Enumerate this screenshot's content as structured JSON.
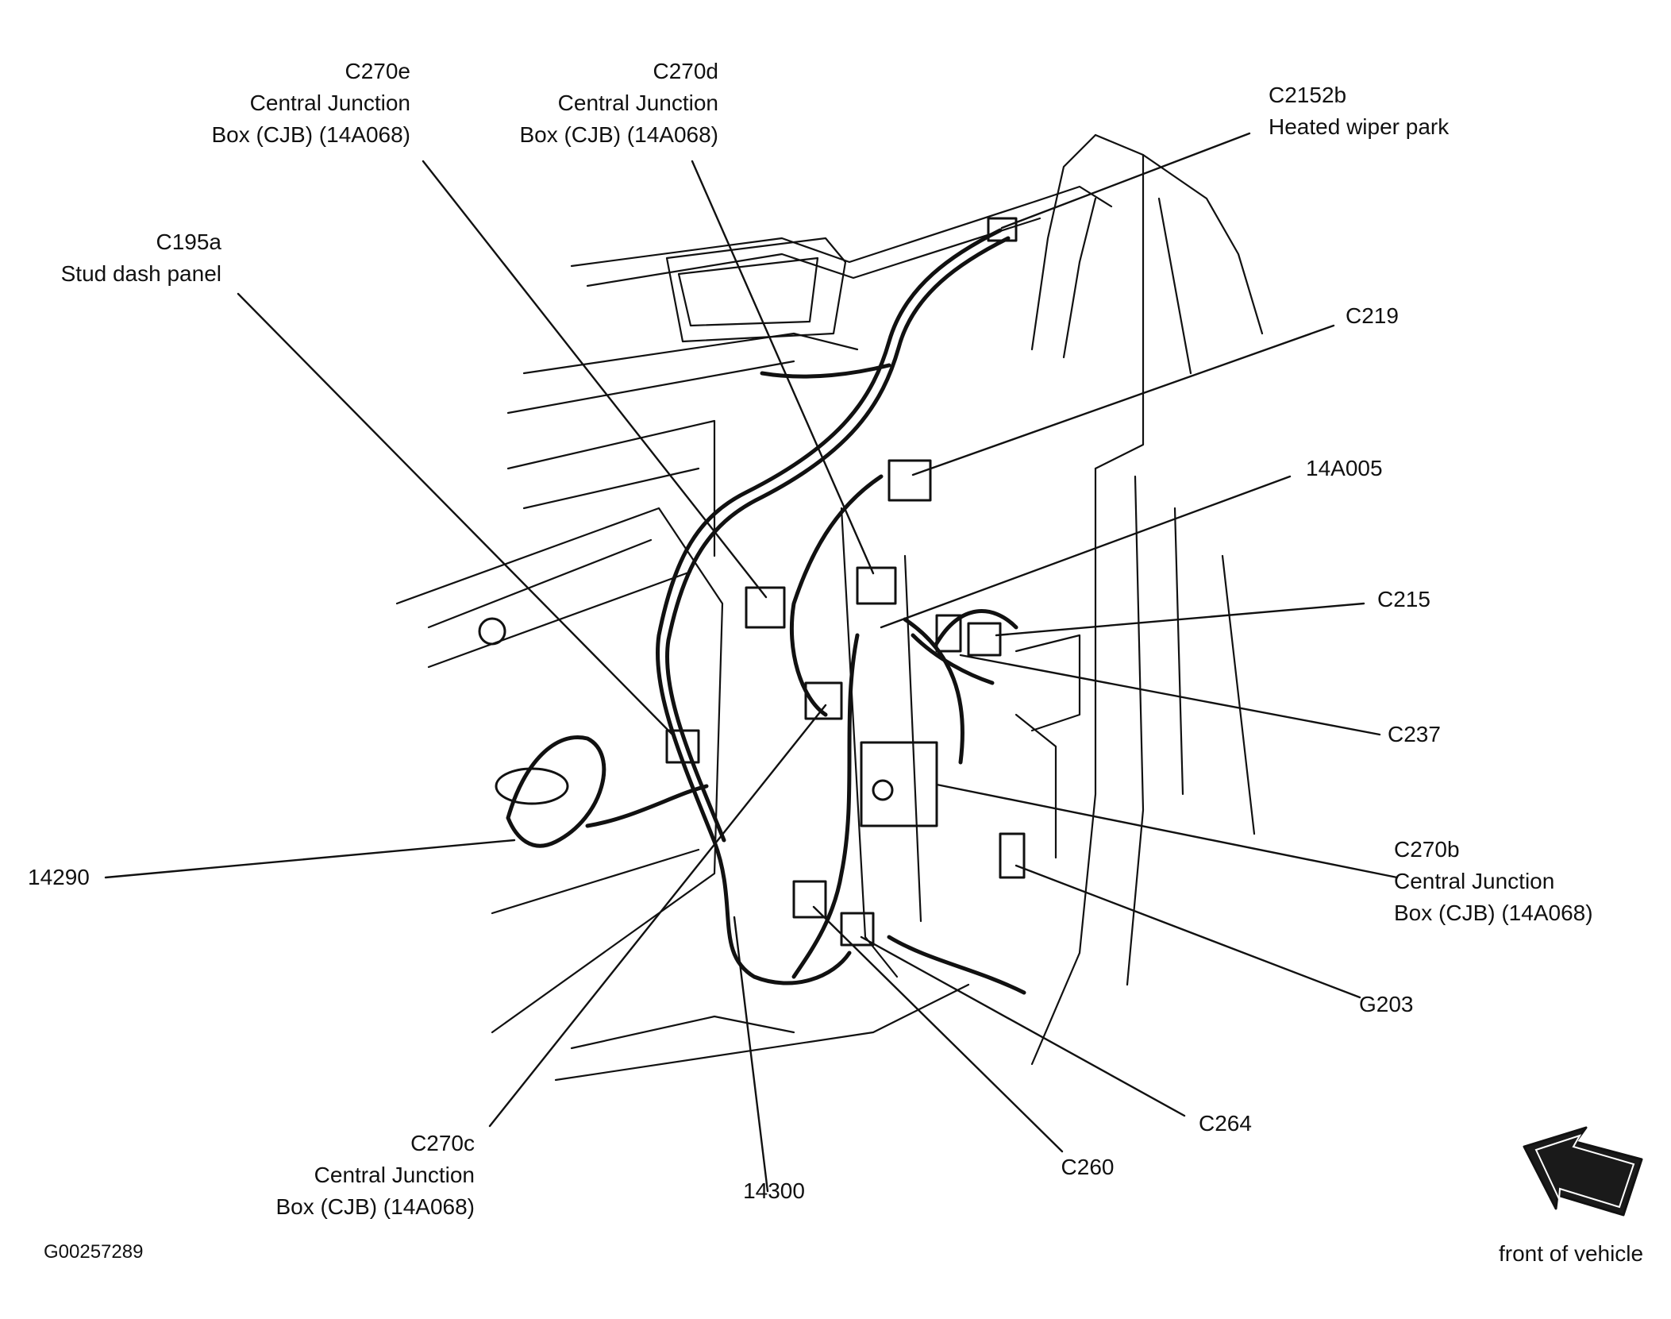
{
  "figure_id": "G00257289",
  "orientation_label": "front of vehicle",
  "callouts": {
    "c270e": {
      "lines": [
        "C270e",
        "Central Junction",
        "Box (CJB) (14A068)"
      ]
    },
    "c270d": {
      "lines": [
        "C270d",
        "Central Junction",
        "Box (CJB) (14A068)"
      ]
    },
    "c2152b": {
      "lines": [
        "C2152b",
        "Heated wiper park"
      ]
    },
    "c195a": {
      "lines": [
        "C195a",
        "Stud dash panel"
      ]
    },
    "c219": {
      "lines": [
        "C219"
      ]
    },
    "a14a005": {
      "lines": [
        "14A005"
      ]
    },
    "c215": {
      "lines": [
        "C215"
      ]
    },
    "c237": {
      "lines": [
        "C237"
      ]
    },
    "c270b": {
      "lines": [
        "C270b",
        "Central Junction",
        "Box (CJB) (14A068)"
      ]
    },
    "n14290": {
      "lines": [
        "14290"
      ]
    },
    "g203": {
      "lines": [
        "G203"
      ]
    },
    "c264": {
      "lines": [
        "C264"
      ]
    },
    "c270c": {
      "lines": [
        "C270c",
        "Central Junction",
        "Box (CJB) (14A068)"
      ]
    },
    "c260": {
      "lines": [
        "C260"
      ]
    },
    "n14300": {
      "lines": [
        "14300"
      ]
    }
  },
  "colors": {
    "ink": "#111111",
    "paper": "#ffffff",
    "arrow_fill": "#1a1a1a"
  }
}
